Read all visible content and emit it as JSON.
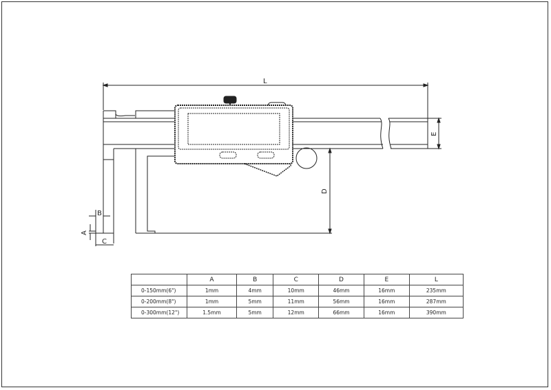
{
  "drawing": {
    "dimension_labels": {
      "L": "L",
      "E": "E",
      "D": "D",
      "A": "A",
      "B": "B",
      "C": "C"
    }
  },
  "spec_table": {
    "headers": [
      "",
      "A",
      "B",
      "C",
      "D",
      "E",
      "L"
    ],
    "rows": [
      [
        "0-150mm(6\")",
        "1mm",
        "4mm",
        "10mm",
        "46mm",
        "16mm",
        "235mm"
      ],
      [
        "0-200mm(8\")",
        "1mm",
        "5mm",
        "11mm",
        "56mm",
        "16mm",
        "287mm"
      ],
      [
        "0-300mm(12\")",
        "1.5mm",
        "5mm",
        "12mm",
        "66mm",
        "16mm",
        "390mm"
      ]
    ]
  }
}
